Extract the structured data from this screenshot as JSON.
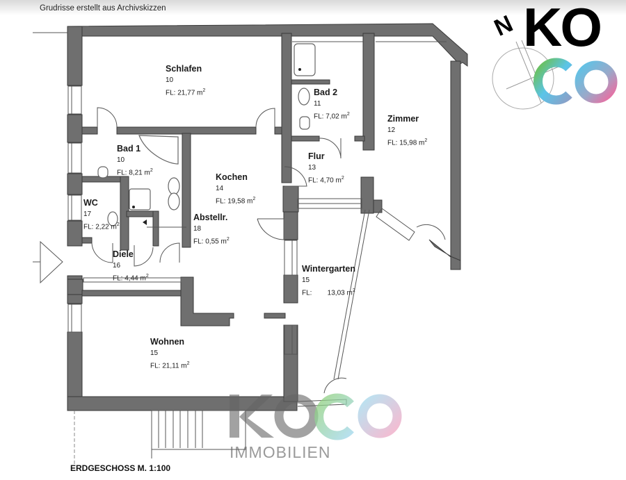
{
  "header": {
    "subtitle": "Grudrisse erstellt aus Archivskizzen"
  },
  "logo": {
    "north_label": "N",
    "brand_top": "KO",
    "brand_bottom": "CO",
    "colors": {
      "black": "#000000",
      "green": "#6cc04a",
      "blue": "#5bc4e8",
      "pink": "#ef6aa0"
    }
  },
  "rooms": [
    {
      "name": "Schlafen",
      "number": "10",
      "area": "FL: 21,77 m",
      "unit_sup": "2"
    },
    {
      "name": "Bad 2",
      "number": "11",
      "area": "FL: 7,02 m",
      "unit_sup": "2"
    },
    {
      "name": "Zimmer",
      "number": "12",
      "area": "FL: 15,98 m",
      "unit_sup": "2"
    },
    {
      "name": "Bad 1",
      "number": "10",
      "area": "FL: 8,21 m",
      "unit_sup": "2"
    },
    {
      "name": "Flur",
      "number": "13",
      "area": "FL: 4,70 m",
      "unit_sup": "2"
    },
    {
      "name": "Kochen",
      "number": "14",
      "area": "FL: 19,58 m",
      "unit_sup": "2"
    },
    {
      "name": "WC",
      "number": "17",
      "area": "FL: 2,22 m",
      "unit_sup": "2"
    },
    {
      "name": "Abstellr.",
      "number": "18",
      "area": "FL:  0,55 m",
      "unit_sup": "2"
    },
    {
      "name": "Diele",
      "number": "16",
      "area": "FL: 4,44 m",
      "unit_sup": "2"
    },
    {
      "name": "Wintergarten",
      "number": "15",
      "area": "FL:        13,03 m",
      "unit_sup": "2"
    },
    {
      "name": "Wohnen",
      "number": "15",
      "area": "FL: 21,11 m",
      "unit_sup": "2"
    }
  ],
  "footer": {
    "floor_label": "ERDGESCHOSS M. 1:100"
  },
  "watermark": {
    "brand": "KOCO",
    "subline": "IMMOBILIEN"
  }
}
